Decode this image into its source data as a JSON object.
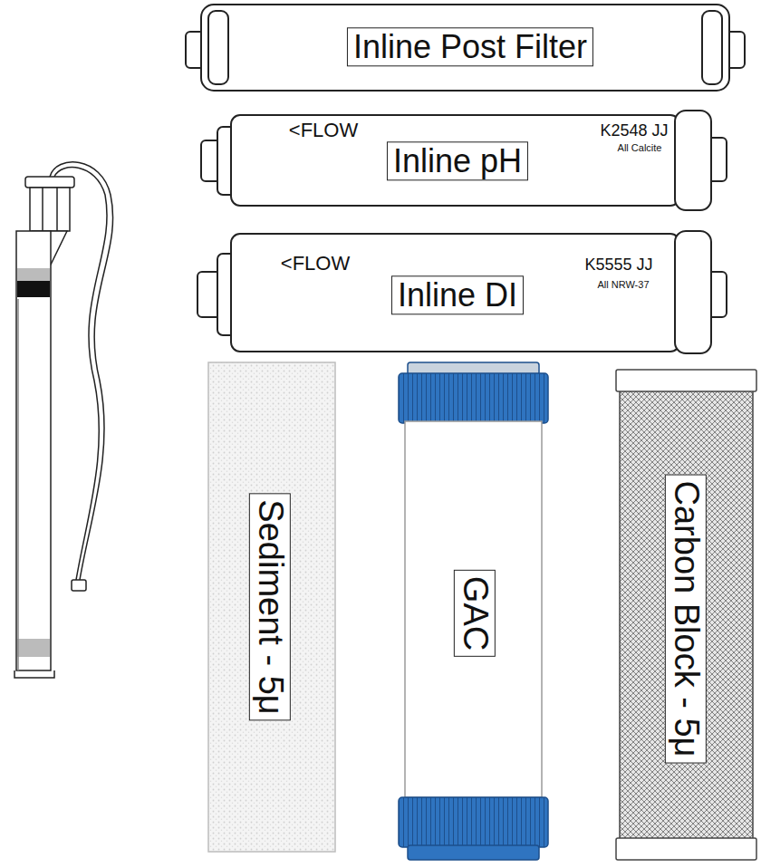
{
  "diagram": {
    "nodes": [
      {
        "text": [
          "Inline Post Filter"
        ]
      },
      {
        "text": [
          "<FLOW",
          "Inline pH",
          "K2548 JJ",
          "All Calcite"
        ]
      },
      {
        "text": [
          "<FLOW",
          "Inline DI",
          "K5555 JJ",
          "All NRW-37"
        ]
      },
      {
        "text": [
          "Sediment - 5μ"
        ]
      },
      {
        "text": [
          "GAC"
        ]
      },
      {
        "text": [
          "Carbon Block - 5μ"
        ]
      }
    ]
  }
}
